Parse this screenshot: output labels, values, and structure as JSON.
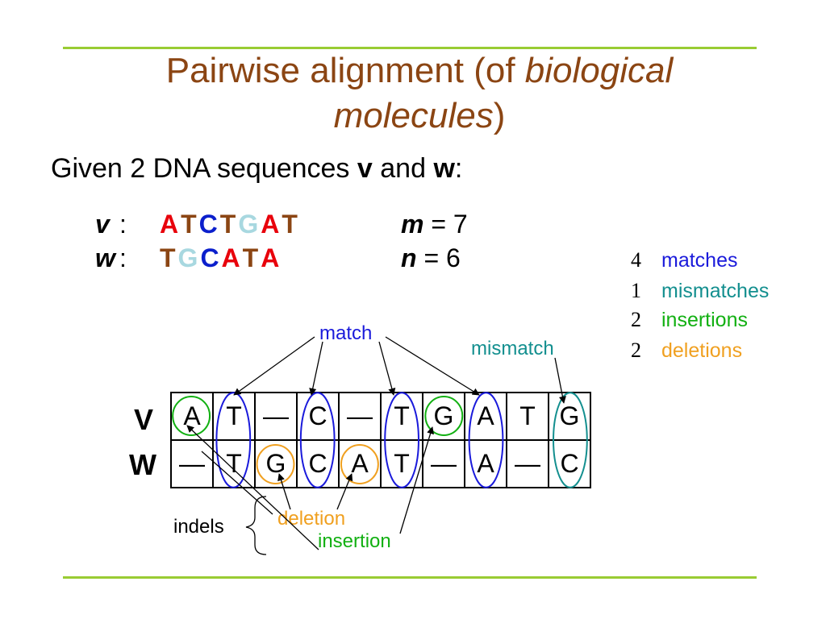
{
  "colors": {
    "title": "#8B4513",
    "rule": "#99CC33",
    "base_A": "#E8000B",
    "base_T": "#8B4513",
    "base_C": "#0B1FCC",
    "base_G": "#A8D8E0",
    "match": "#1A1ADB",
    "mismatch": "#138F8F",
    "insertion": "#12B012",
    "deletion": "#F0A020"
  },
  "title": {
    "prefix": "Pairwise alignment (of ",
    "italic": "biological molecules",
    "suffix": ")"
  },
  "subtitle": {
    "prefix": "Given 2 DNA sequences ",
    "v": "v",
    "middle": " and ",
    "w": "w",
    "suffix": ":"
  },
  "sequences": {
    "v": {
      "name": "v",
      "colon": ":",
      "bases": [
        "A",
        "T",
        "C",
        "T",
        "G",
        "A",
        "T"
      ],
      "length_label": "m",
      "length_value": "= 7"
    },
    "w": {
      "name": "w",
      "colon": ":",
      "bases": [
        "T",
        "G",
        "C",
        "A",
        "T",
        "A"
      ],
      "length_label": "n",
      "length_value": "= 6"
    }
  },
  "summary": [
    {
      "count": "4",
      "label": "matches",
      "kind": "match"
    },
    {
      "count": "1",
      "label": "mismatches",
      "kind": "mismatch"
    },
    {
      "count": "2",
      "label": "insertions",
      "kind": "insertion"
    },
    {
      "count": "2",
      "label": "deletions",
      "kind": "deletion"
    }
  ],
  "alignment": {
    "row_labels": [
      "V",
      "W"
    ],
    "v_row": [
      "A",
      "T",
      "—",
      "C",
      "—",
      "T",
      "G",
      "A",
      "T",
      "G"
    ],
    "w_row": [
      "—",
      "T",
      "G",
      "C",
      "A",
      "T",
      "—",
      "A",
      "—",
      "C"
    ],
    "markers": [
      {
        "kind": "insertion",
        "shape": "circle",
        "col": 0,
        "row": "v"
      },
      {
        "kind": "match",
        "shape": "ellipse",
        "col": 1
      },
      {
        "kind": "deletion",
        "shape": "circle",
        "col": 2,
        "row": "w"
      },
      {
        "kind": "match",
        "shape": "ellipse",
        "col": 3
      },
      {
        "kind": "deletion",
        "shape": "circle",
        "col": 4,
        "row": "w"
      },
      {
        "kind": "match",
        "shape": "ellipse",
        "col": 5
      },
      {
        "kind": "insertion",
        "shape": "circle",
        "col": 6,
        "row": "v"
      },
      {
        "kind": "match",
        "shape": "ellipse",
        "col": 7
      },
      {
        "kind": "mismatch",
        "shape": "ellipse",
        "col": 9
      }
    ]
  },
  "annotations": {
    "match": "match",
    "mismatch": "mismatch",
    "indels": "indels",
    "deletion": "deletion",
    "insertion": "insertion"
  }
}
